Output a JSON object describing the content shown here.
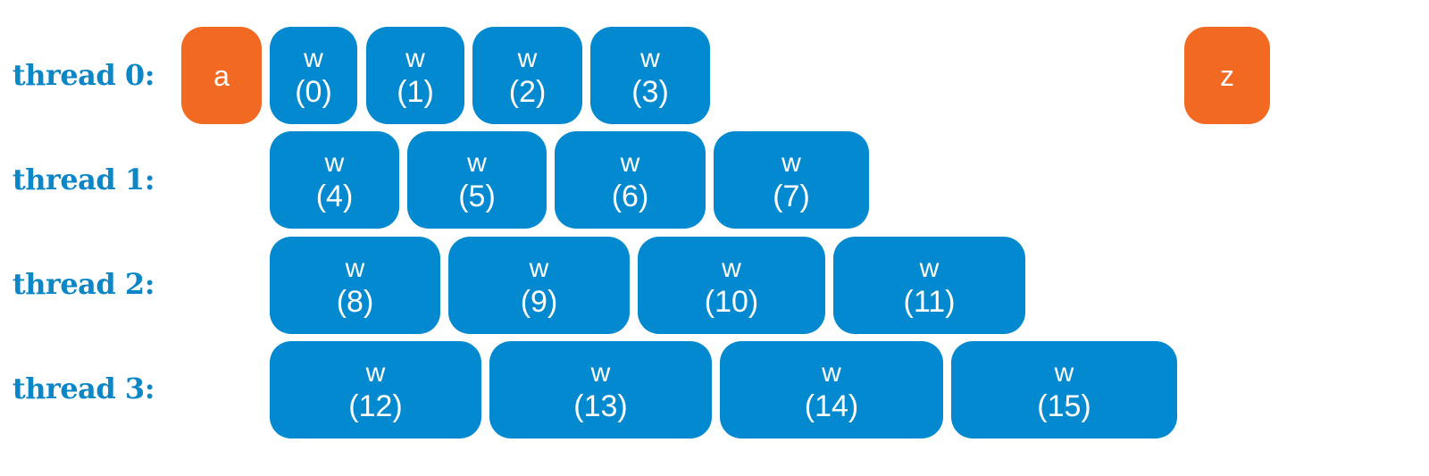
{
  "colors": {
    "work_block": "#0389cf",
    "edge_block": "#f26a21",
    "label_text": "#0b86c6",
    "block_text": "#ffffff"
  },
  "threads": [
    {
      "label": "thread 0:",
      "start": {
        "op": "a"
      },
      "end": {
        "op": "z"
      },
      "tasks": [
        {
          "op": "w",
          "idx": "(0)"
        },
        {
          "op": "w",
          "idx": "(1)"
        },
        {
          "op": "w",
          "idx": "(2)"
        },
        {
          "op": "w",
          "idx": "(3)"
        }
      ]
    },
    {
      "label": "thread 1:",
      "tasks": [
        {
          "op": "w",
          "idx": "(4)"
        },
        {
          "op": "w",
          "idx": "(5)"
        },
        {
          "op": "w",
          "idx": "(6)"
        },
        {
          "op": "w",
          "idx": "(7)"
        }
      ]
    },
    {
      "label": "thread 2:",
      "tasks": [
        {
          "op": "w",
          "idx": "(8)"
        },
        {
          "op": "w",
          "idx": "(9)"
        },
        {
          "op": "w",
          "idx": "(10)"
        },
        {
          "op": "w",
          "idx": "(11)"
        }
      ]
    },
    {
      "label": "thread 3:",
      "tasks": [
        {
          "op": "w",
          "idx": "(12)"
        },
        {
          "op": "w",
          "idx": "(13)"
        },
        {
          "op": "w",
          "idx": "(14)"
        },
        {
          "op": "w",
          "idx": "(15)"
        }
      ]
    }
  ]
}
